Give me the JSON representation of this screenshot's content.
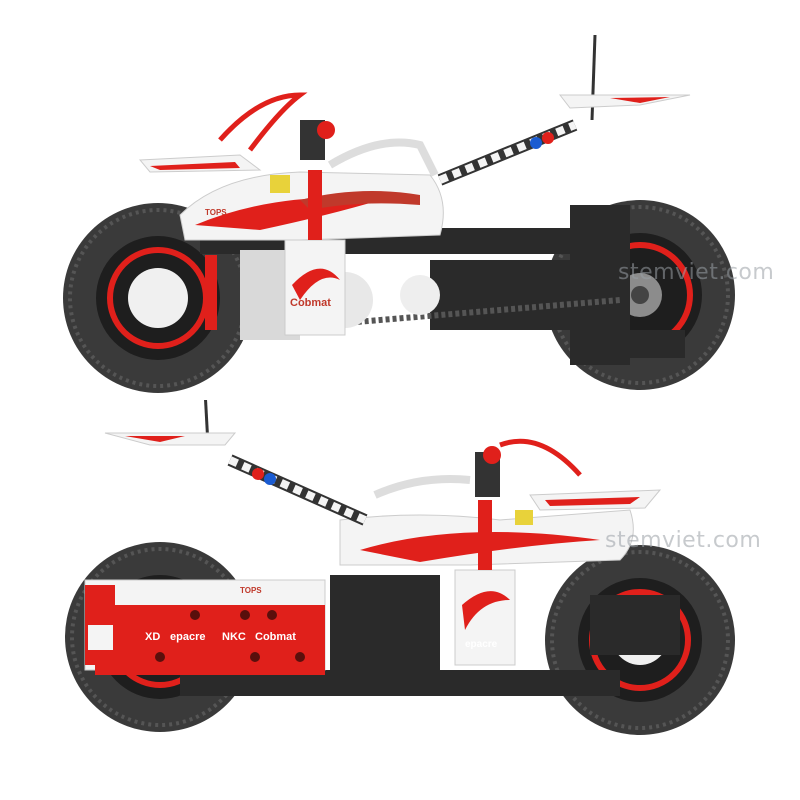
{
  "watermark": "stemviet.com",
  "decals": {
    "top_view": {
      "side_logo": "Cobmat",
      "tank_tag": "TOPS"
    },
    "bottom_view": {
      "tank_tag": "TOPS",
      "panel_logos": [
        "XD",
        "epacre",
        "NKC",
        "Cobmat"
      ],
      "fairing_logo": "epacre"
    }
  },
  "colors": {
    "body_white": "#f4f4f4",
    "accent_red": "#e0201b",
    "tire_dark": "#3a3a3a",
    "frame_black": "#2a2a2a",
    "gear_gray": "#8c8c8c"
  }
}
